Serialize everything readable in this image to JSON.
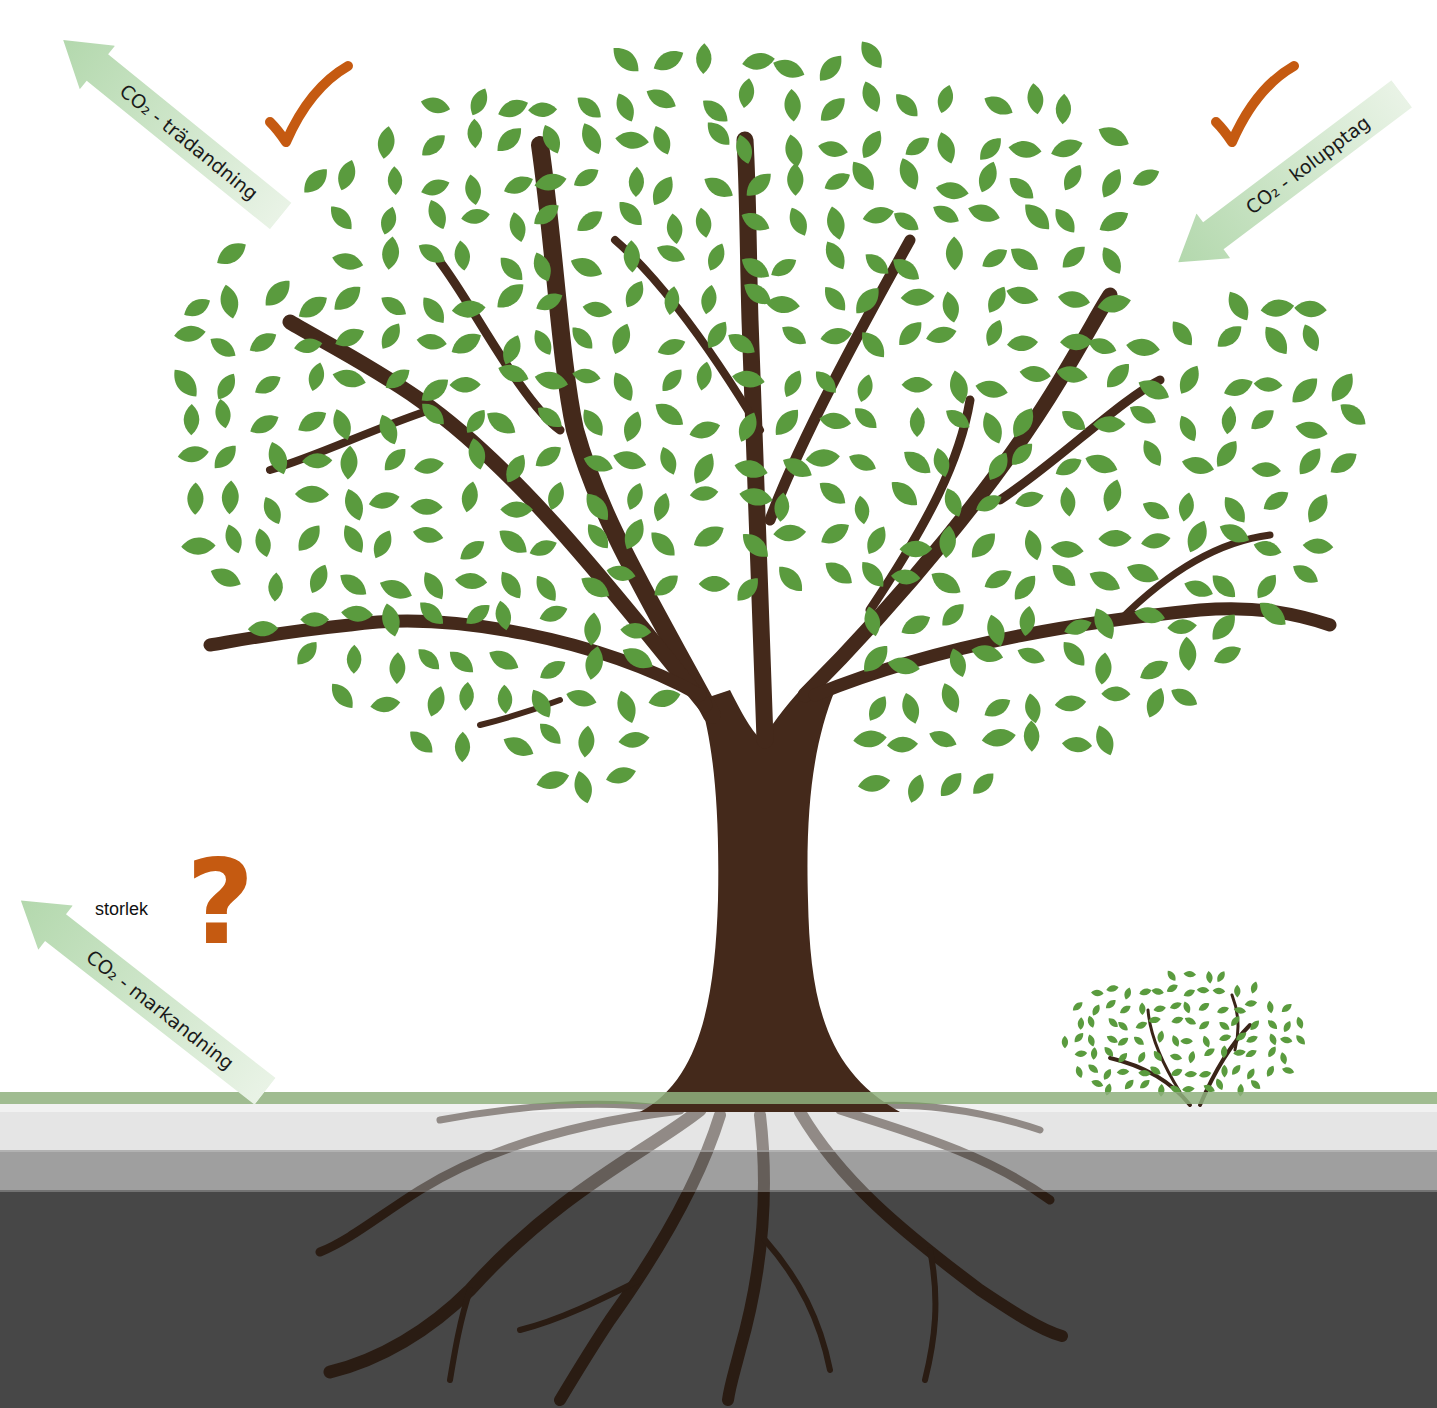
{
  "diagram": {
    "nodes": [
      {
        "text": [
          "CO₂ - trädandning"
        ]
      },
      {
        "text": [
          "CO₂ - kolupptag"
        ]
      },
      {
        "text": [
          "CO₂ - markandning"
        ]
      }
    ],
    "labels": [
      "storlek",
      "?"
    ]
  }
}
